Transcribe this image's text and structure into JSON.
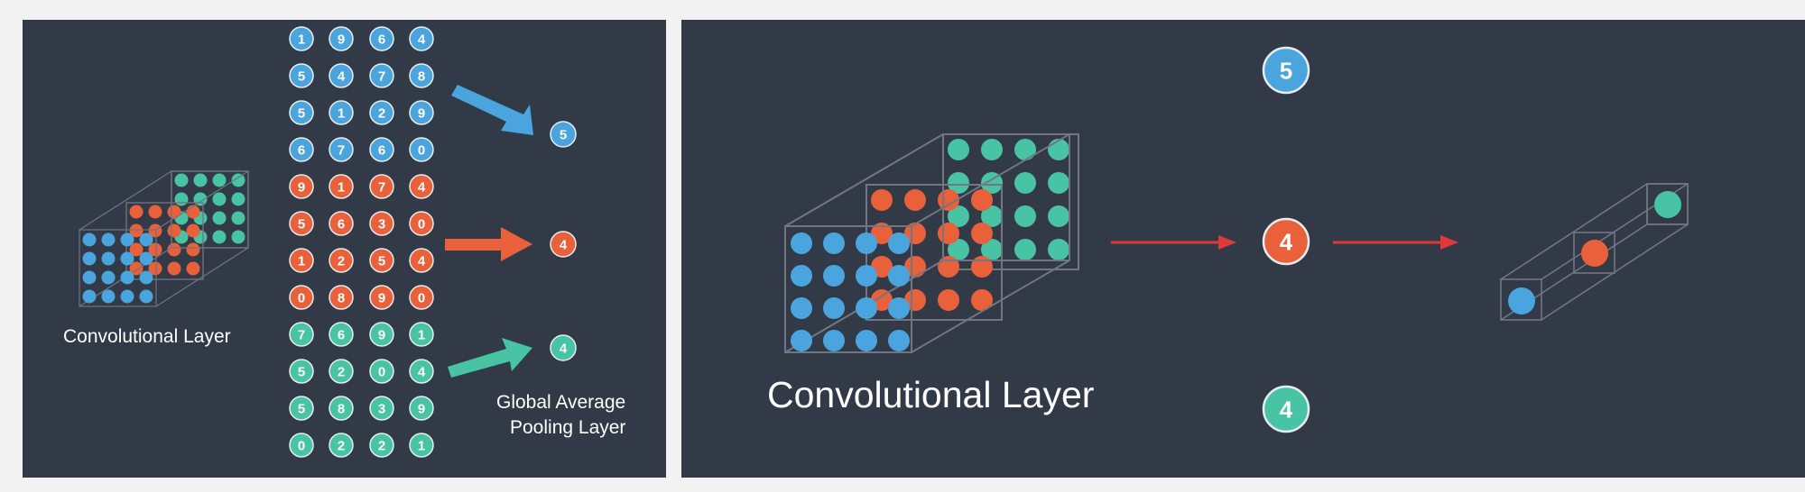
{
  "colors": {
    "background": "#323a48",
    "page": "#f2f2f2",
    "blue": "#4aa5de",
    "orange": "#e8613a",
    "teal": "#48c4a4",
    "box_line": "#6f7480",
    "red_arrow": "#e0393a"
  },
  "left_panel": {
    "conv_label": "Convolutional Layer",
    "pool_label_line1": "Global Average",
    "pool_label_line2": "Pooling Layer",
    "feature_map_values": [
      [
        "1",
        "9",
        "6",
        "4"
      ],
      [
        "5",
        "4",
        "7",
        "8"
      ],
      [
        "5",
        "1",
        "2",
        "9"
      ],
      [
        "6",
        "7",
        "6",
        "0"
      ],
      [
        "9",
        "1",
        "7",
        "4"
      ],
      [
        "5",
        "6",
        "3",
        "0"
      ],
      [
        "1",
        "2",
        "5",
        "4"
      ],
      [
        "0",
        "8",
        "9",
        "0"
      ],
      [
        "7",
        "6",
        "9",
        "1"
      ],
      [
        "5",
        "2",
        "0",
        "4"
      ],
      [
        "5",
        "8",
        "3",
        "9"
      ],
      [
        "0",
        "2",
        "2",
        "1"
      ]
    ],
    "outputs": [
      "5",
      "4",
      "4"
    ]
  },
  "right_panel": {
    "conv_label": "Convolutional Layer",
    "outputs": [
      "5",
      "4",
      "4"
    ]
  }
}
